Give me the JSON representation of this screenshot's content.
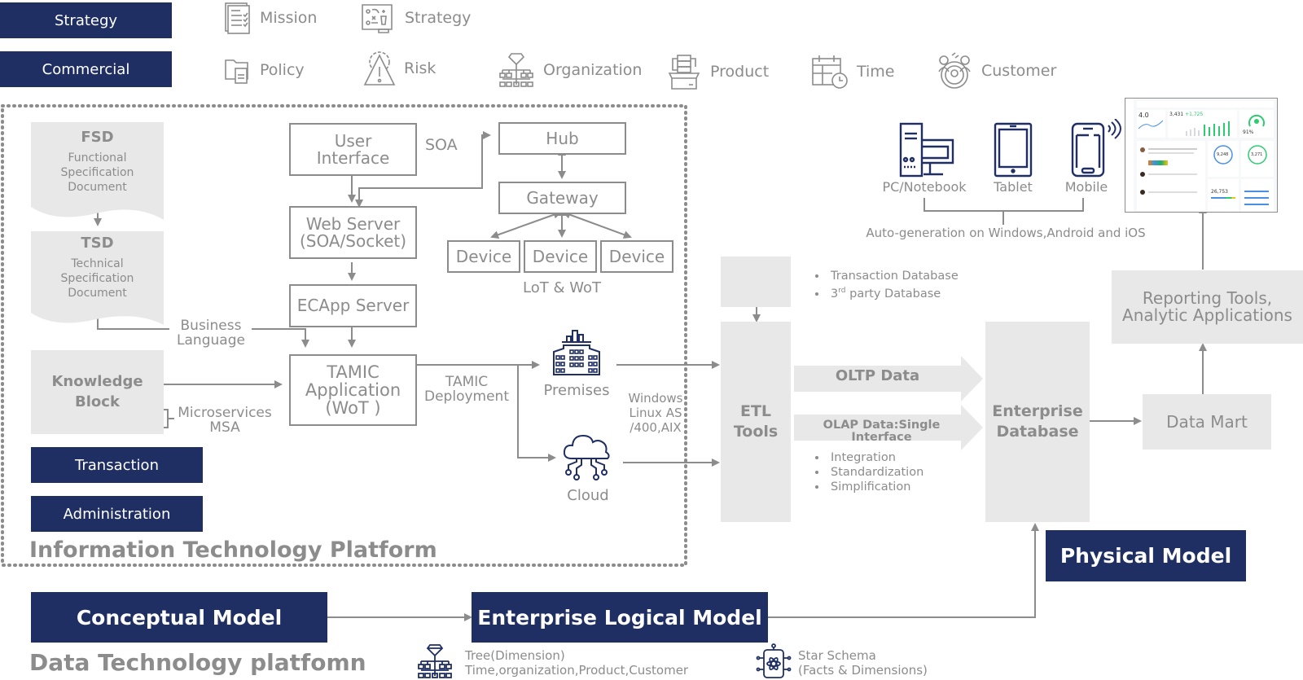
{
  "top_tags": {
    "strategy": "Strategy",
    "commercial": "Commercial"
  },
  "top_icons": [
    {
      "label": "Mission",
      "icon": "checklist-icon"
    },
    {
      "label": "Strategy",
      "icon": "chess-strategy-icon"
    },
    {
      "label": "Policy",
      "icon": "folder-documents-icon"
    },
    {
      "label": "Risk",
      "icon": "gear-warning-icon"
    },
    {
      "label": "Organization",
      "icon": "org-tree-icon"
    },
    {
      "label": "Product",
      "icon": "product-box-icon"
    },
    {
      "label": "Time",
      "icon": "calendar-clock-icon"
    },
    {
      "label": "Customer",
      "icon": "customer-target-icon"
    }
  ],
  "it_platform": {
    "title": "Information Technology Platform",
    "fsd": {
      "title": "FSD",
      "desc": "Functional Specification Document"
    },
    "tsd": {
      "title": "TSD",
      "desc": "Technical Specification Document"
    },
    "knowledge_block": "Knowledge Block",
    "business_language": "Business Language",
    "microservices": "Microservices MSA",
    "transaction": "Transaction",
    "administration": "Administration",
    "user_interface": "User Interface",
    "soa": "SOA",
    "web_server": "Web Server (SOA/Socket)",
    "ecapp_server": "ECApp Server",
    "tamic_app": "TAMIC Application (WoT )",
    "tamic_deployment": "TAMIC Deployment",
    "hub": "Hub",
    "gateway": "Gateway",
    "devices": [
      "Device",
      "Device",
      "Device"
    ],
    "lot_wot": "LoT & WoT",
    "premises": "Premises",
    "cloud": "Cloud",
    "os_list": "Windows Linux AS /400,AIX"
  },
  "data_flow": {
    "sources": [
      "Transaction Database",
      "3rd party Database"
    ],
    "etl_tools": "ETL Tools",
    "oltp": "OLTP Data",
    "olap": "OLAP Data:Single Interface",
    "benefits": [
      "Integration",
      "Standardization",
      "Simplification"
    ],
    "enterprise_db": "Enterprise Database",
    "data_mart": "Data Mart",
    "reporting": "Reporting Tools, Analytic Applications",
    "devices": [
      "PC/Notebook",
      "Tablet",
      "Mobile"
    ],
    "auto_generation": "Auto-generation on Windows,Android and iOS",
    "dashboard_preview": {
      "rating": "4.0",
      "visitors": "3,431",
      "visitors_delta": "+1,725",
      "stat_a": "9,248",
      "stat_b": "3,271",
      "stat_c": "26,753",
      "percent": "91%"
    }
  },
  "data_platform": {
    "title": "Data Technology platfomn",
    "conceptual_model": "Conceptual Model",
    "logical_model": "Enterprise Logical Model",
    "physical_model": "Physical Model",
    "tree_line1": "Tree(Dimension)",
    "tree_line2": "Time,organization,Product,Customer",
    "star_line1": "Star Schema",
    "star_line2": "(Facts & Dimensions)"
  },
  "colors": {
    "navy": "#1f2f63",
    "gray_fill": "#e8e8e8",
    "gray_text": "#8c8c8c"
  }
}
